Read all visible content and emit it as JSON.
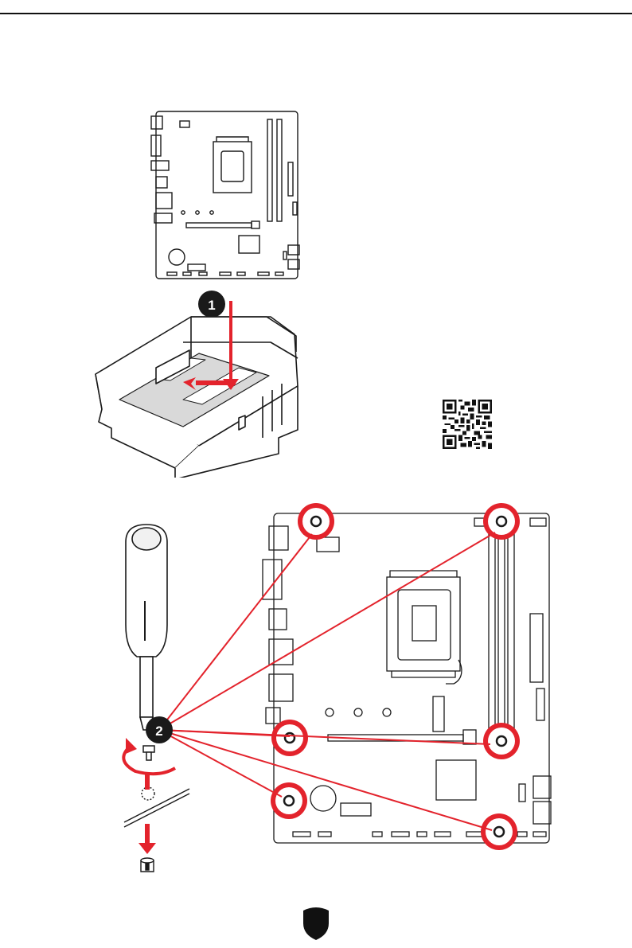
{
  "steps": [
    {
      "number": "1",
      "label": "place-motherboard"
    },
    {
      "number": "2",
      "label": "secure-screws"
    }
  ],
  "qr": {
    "icon": "qr-code-icon"
  },
  "logo": {
    "icon": "msi-shield-icon"
  },
  "colors": {
    "accent_red": "#e3232c",
    "line_dark": "#1a1a1a",
    "board_fill": "#ffffff",
    "case_fill": "#ffffff",
    "board_shade": "#d9d9d9"
  }
}
